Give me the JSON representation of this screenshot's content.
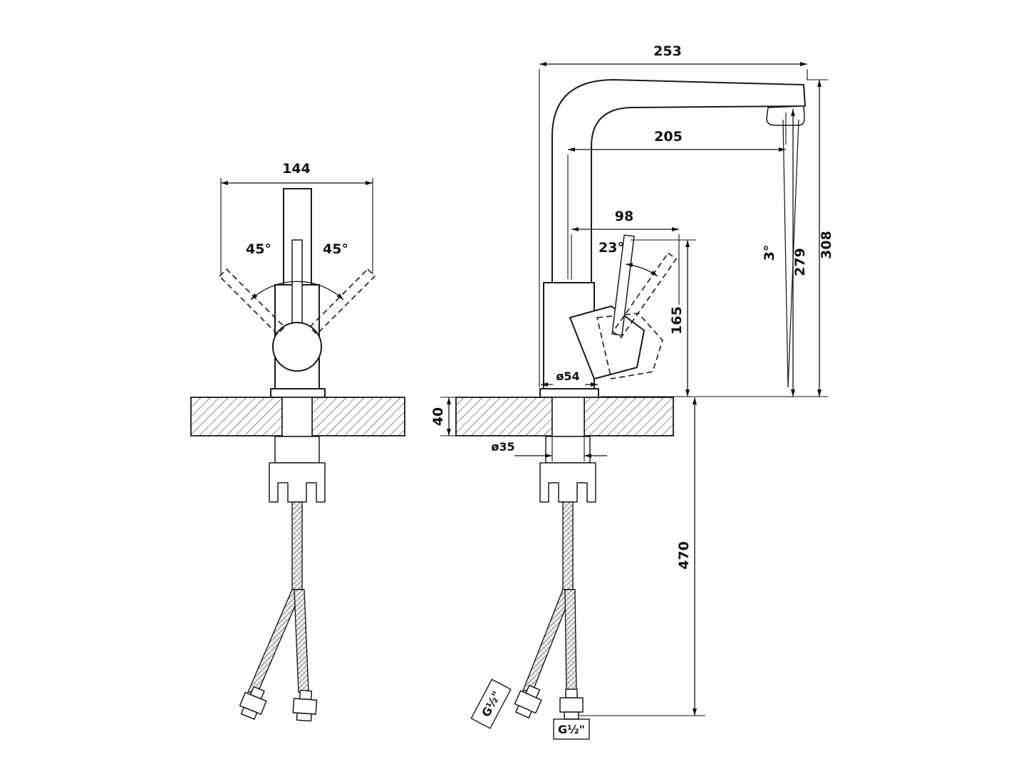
{
  "drawing": {
    "type": "technical-dimension-drawing",
    "subject": "kitchen mixer faucet — front view and side view with installation dimensions",
    "line_color": "#111111",
    "background": "#ffffff"
  },
  "dims": {
    "front_width": "144",
    "swivel_left": "45°",
    "swivel_right": "45°",
    "top_width": "253",
    "reach": "205",
    "handle_span": "98",
    "handle_angle": "23°",
    "spout_tilt": "3°",
    "height_aerator": "279",
    "height_total": "308",
    "height_handle": "165",
    "base_dia": "ø54",
    "counter_thickness": "40",
    "hole_dia": "ø35",
    "hose_length": "470",
    "thread_left": "G½\"",
    "thread_bottom": "G½\""
  }
}
